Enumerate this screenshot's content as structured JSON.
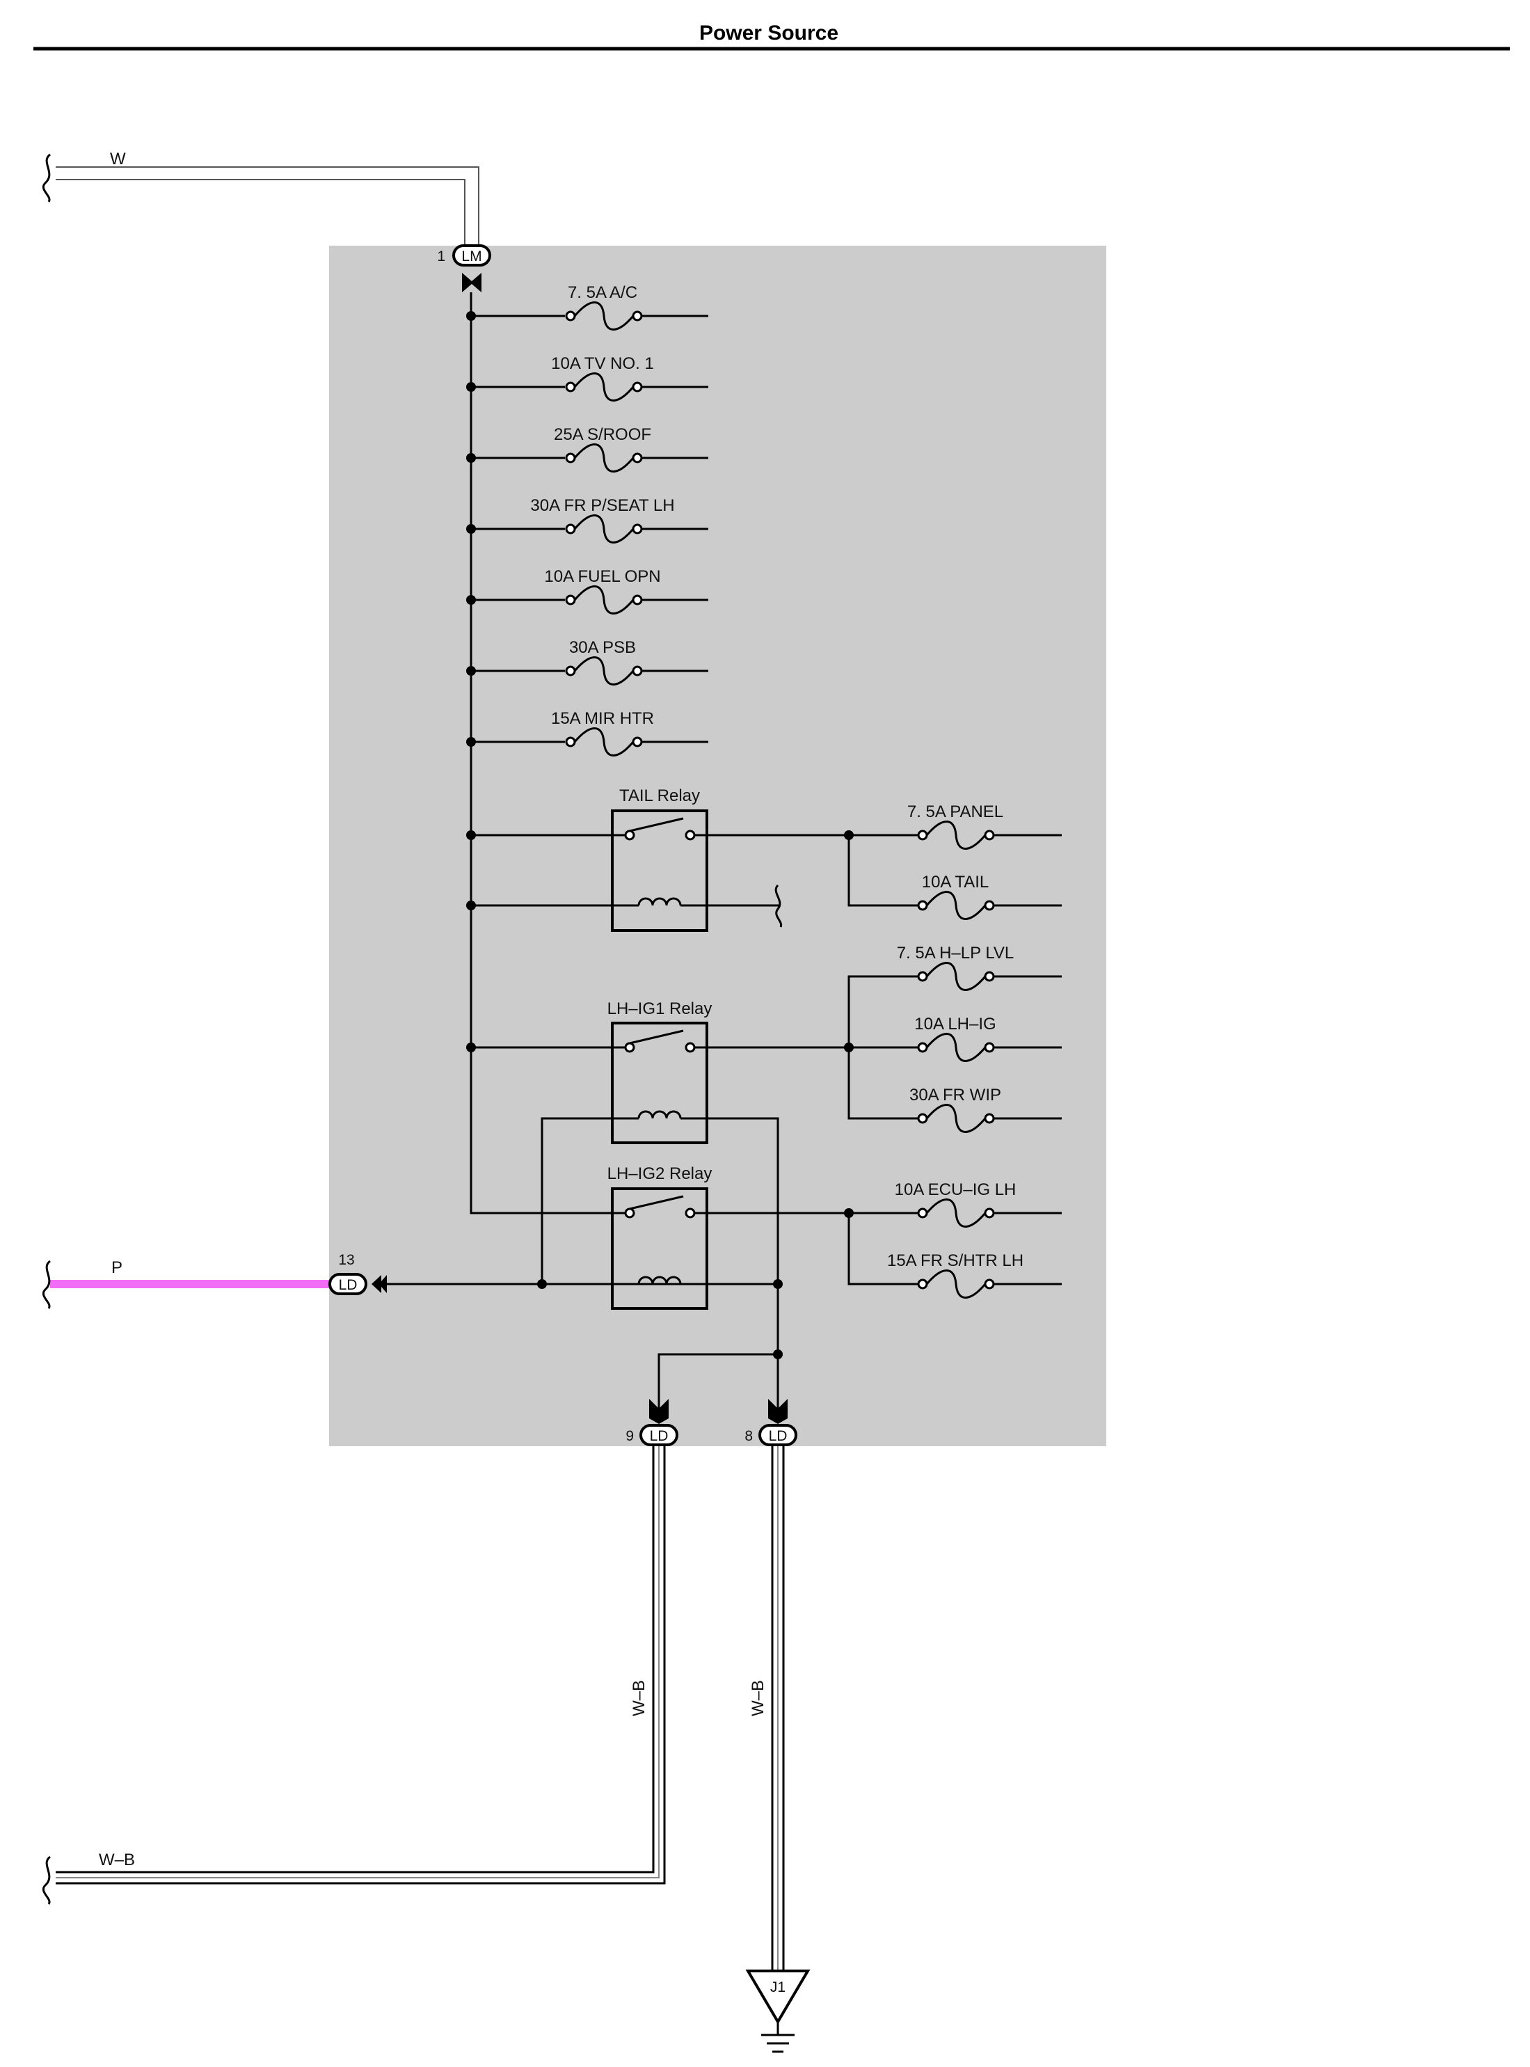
{
  "title": "Power Source",
  "wires": {
    "top_left": "W",
    "left_pink": "P",
    "left_bottom": "W–B",
    "vertical_9": "W–B",
    "vertical_8": "W–B"
  },
  "connectors": {
    "lm": {
      "pin": "1",
      "name": "LM"
    },
    "ld13": {
      "pin": "13",
      "name": "LD"
    },
    "ld9": {
      "pin": "9",
      "name": "LD"
    },
    "ld8": {
      "pin": "8",
      "name": "LD"
    }
  },
  "fuses_main": [
    "7. 5A A/C",
    "10A TV NO. 1",
    "25A S/ROOF",
    "30A FR P/SEAT LH",
    "10A FUEL OPN",
    "30A PSB",
    "15A MIR HTR"
  ],
  "relays": {
    "tail": "TAIL Relay",
    "lh_ig1": "LH–IG1 Relay",
    "lh_ig2": "LH–IG2 Relay"
  },
  "fuses_tail": [
    "7. 5A PANEL",
    "10A TAIL"
  ],
  "fuses_ig1": [
    "7. 5A H–LP LVL",
    "10A LH–IG",
    "30A FR WIP"
  ],
  "fuses_ig2": [
    "10A ECU–IG LH",
    "15A FR S/HTR LH"
  ],
  "ground": "J1",
  "colors": {
    "block": "#cccccc",
    "pink_wire": "#f26df5",
    "wire": "#000000"
  }
}
